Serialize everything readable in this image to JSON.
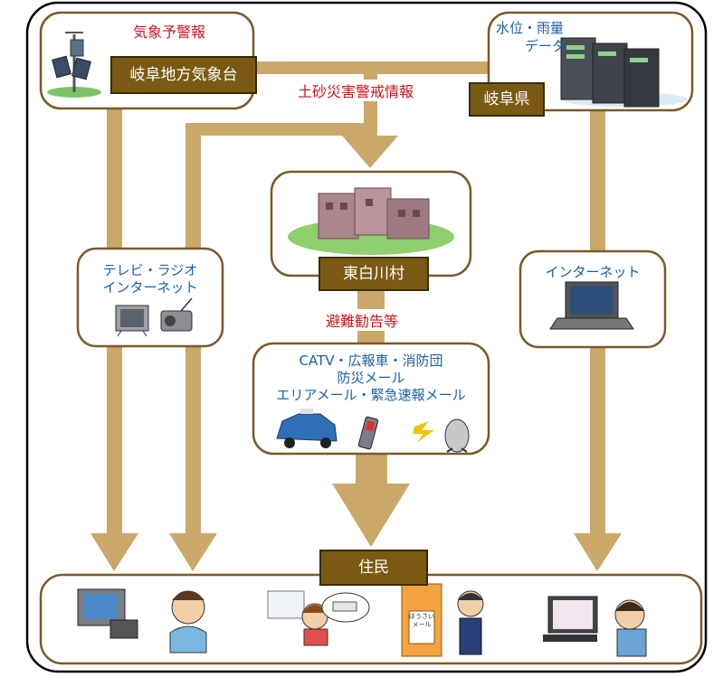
{
  "colors": {
    "arrow": "#c9a86a",
    "box_border": "#7a5a2a",
    "tag_bg": "#7a5a12",
    "red_text": "#d0121b",
    "blue_text": "#1a5fa8"
  },
  "weather_box": {
    "title": "気象予警報",
    "tag": "岐阜地方気象台"
  },
  "pref_box": {
    "title_line1": "水位・雨量",
    "title_line2": "データ",
    "tag": "岐阜県"
  },
  "village_box": {
    "tag": "東白川村"
  },
  "flows": {
    "sediment_warning": "土砂災害警戒情報",
    "evacuation": "避難勧告等"
  },
  "tv_box": {
    "line1": "テレビ・ラジオ",
    "line2": "インターネット"
  },
  "catv_box": {
    "line1": "CATV・広報車・消防団",
    "line2": "防災メール",
    "line3": "エリアメール・緊急速報メール"
  },
  "internet_box": {
    "line1": "インターネット"
  },
  "residents": {
    "tag": "住民",
    "mail_card_text": "ぼうさい\nメール"
  },
  "icons": [
    "weather-station-icon",
    "server-rack-icon",
    "village-office-building-icon",
    "television-icon",
    "radio-icon",
    "laptop-icon",
    "patrol-car-icon",
    "mobile-phone-icon",
    "satellite-dish-icon",
    "resident-tv-icon",
    "resident-man-icon",
    "resident-child-icon",
    "mail-envelope-icon",
    "resident-phone-man-icon",
    "resident-computer-user-icon"
  ]
}
